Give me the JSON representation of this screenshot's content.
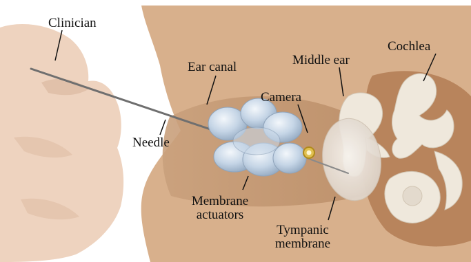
{
  "labels": {
    "clinician": "Clinician",
    "ear_canal": "Ear canal",
    "middle_ear": "Middle ear",
    "cochlea": "Cochlea",
    "camera": "Camera",
    "needle": "Needle",
    "membrane_actuators_line1": "Membrane",
    "membrane_actuators_line2": "actuators",
    "tympanic_membrane_line1": "Tympanic",
    "tympanic_membrane_line2": "membrane"
  },
  "colors": {
    "skin_hand": "#eed3bf",
    "skin_hand_shadow": "#d9b59c",
    "head_tissue": "#d8b08c",
    "canal_inner": "#c89a74",
    "inner_ear_cavity": "#b8845c",
    "bone": "#efe8dc",
    "actuator_blue": "#b9cce0",
    "needle": "#6f6f6f",
    "camera_ring": "#c9a22a",
    "tympanic": "#f1ece6",
    "label_text": "#111111"
  }
}
